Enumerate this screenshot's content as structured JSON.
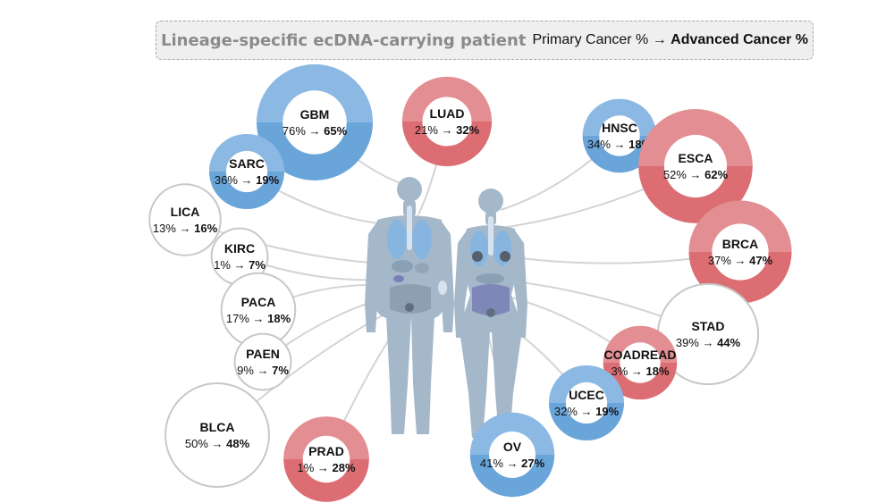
{
  "title": {
    "main": "Lineage-specific ecDNA-carrying patient",
    "primary_label": "Primary Cancer %",
    "arrow": "→",
    "advanced_label": "Advanced Cancer %"
  },
  "colors": {
    "red": "#dc6e73",
    "red_light": "#e9a9ac",
    "blue": "#6aa5da",
    "blue_light": "#a7cbec",
    "gray": "#d2d2d2",
    "white_ring": "#c8c8c8"
  },
  "chart_data": {
    "type": "bubble",
    "categories": [
      "GBM",
      "LUAD",
      "HNSC",
      "ESCA",
      "SARC",
      "LICA",
      "KIRC",
      "BRCA",
      "PACA",
      "STAD",
      "PAEN",
      "COADREAD",
      "BLCA",
      "UCEC",
      "PRAD",
      "OV"
    ],
    "items": [
      {
        "code": "GBM",
        "primary": 76,
        "advanced": 65,
        "primary_text": "76%",
        "advanced_text": "65%",
        "trend": "down"
      },
      {
        "code": "LUAD",
        "primary": 21,
        "advanced": 32,
        "primary_text": "21%",
        "advanced_text": "32%",
        "trend": "up"
      },
      {
        "code": "HNSC",
        "primary": 34,
        "advanced": 18,
        "primary_text": "34%",
        "advanced_text": "18%",
        "trend": "down"
      },
      {
        "code": "ESCA",
        "primary": 52,
        "advanced": 62,
        "primary_text": "52%",
        "advanced_text": "62%",
        "trend": "up"
      },
      {
        "code": "SARC",
        "primary": 36,
        "advanced": 19,
        "primary_text": "36%",
        "advanced_text": "19%",
        "trend": "down"
      },
      {
        "code": "LICA",
        "primary": 13,
        "advanced": 16,
        "primary_text": "13%",
        "advanced_text": "16%",
        "trend": "flat"
      },
      {
        "code": "KIRC",
        "primary": 1,
        "advanced": 7,
        "primary_text": "1%",
        "advanced_text": "7%",
        "trend": "flat"
      },
      {
        "code": "BRCA",
        "primary": 37,
        "advanced": 47,
        "primary_text": "37%",
        "advanced_text": "47%",
        "trend": "up"
      },
      {
        "code": "PACA",
        "primary": 17,
        "advanced": 18,
        "primary_text": "17%",
        "advanced_text": "18%",
        "trend": "flat"
      },
      {
        "code": "STAD",
        "primary": 39,
        "advanced": 44,
        "primary_text": "39%",
        "advanced_text": "44%",
        "trend": "flat"
      },
      {
        "code": "PAEN",
        "primary": 9,
        "advanced": 7,
        "primary_text": "9%",
        "advanced_text": "7%",
        "trend": "flat"
      },
      {
        "code": "COADREAD",
        "primary": 3,
        "advanced": 18,
        "primary_text": "3%",
        "advanced_text": "18%",
        "trend": "up"
      },
      {
        "code": "BLCA",
        "primary": 50,
        "advanced": 48,
        "primary_text": "50%",
        "advanced_text": "48%",
        "trend": "flat"
      },
      {
        "code": "UCEC",
        "primary": 32,
        "advanced": 19,
        "primary_text": "32%",
        "advanced_text": "19%",
        "trend": "down"
      },
      {
        "code": "PRAD",
        "primary": 1,
        "advanced": 28,
        "primary_text": "1%",
        "advanced_text": "28%",
        "trend": "up"
      },
      {
        "code": "OV",
        "primary": 41,
        "advanced": 27,
        "primary_text": "41%",
        "advanced_text": "27%",
        "trend": "down"
      }
    ]
  }
}
